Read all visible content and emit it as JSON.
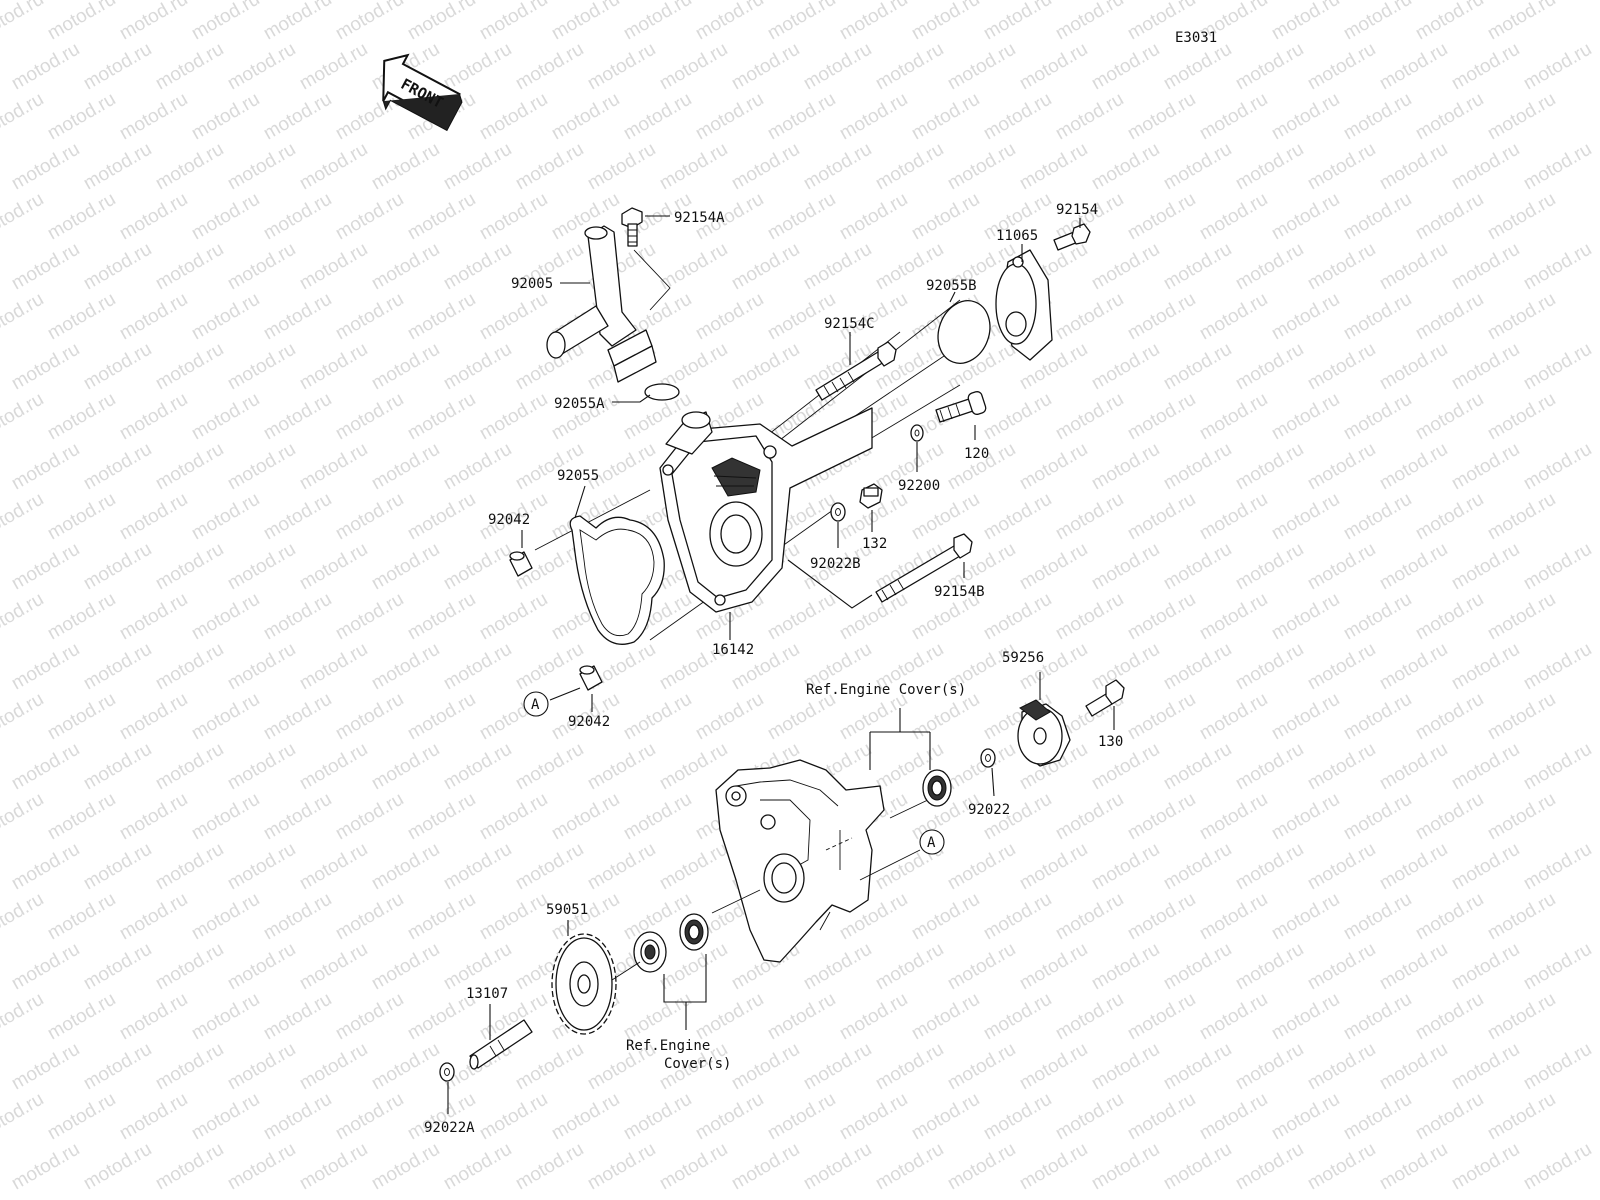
{
  "diagram_code": "E3031",
  "front_label": "FRONT",
  "watermark": "motod.ru",
  "ref_label_top": "Ref.Engine Cover(s)",
  "ref_label_bottom_line1": "Ref.Engine",
  "ref_label_bottom_line2": "Cover(s)",
  "callout_letter": "A",
  "parts": {
    "p92154A": "92154A",
    "p92005": "92005",
    "p92055A": "92055A",
    "p92055": "92055",
    "p92042_top": "92042",
    "p92042_bottom": "92042",
    "p16142": "16142",
    "p92154C": "92154C",
    "p92055B": "92055B",
    "p11065": "11065",
    "p92154": "92154",
    "p120": "120",
    "p92200": "92200",
    "p132": "132",
    "p92022B": "92022B",
    "p92154B": "92154B",
    "p59256": "59256",
    "p130": "130",
    "p92022": "92022",
    "p59051": "59051",
    "p13107": "13107",
    "p92022A": "92022A"
  }
}
